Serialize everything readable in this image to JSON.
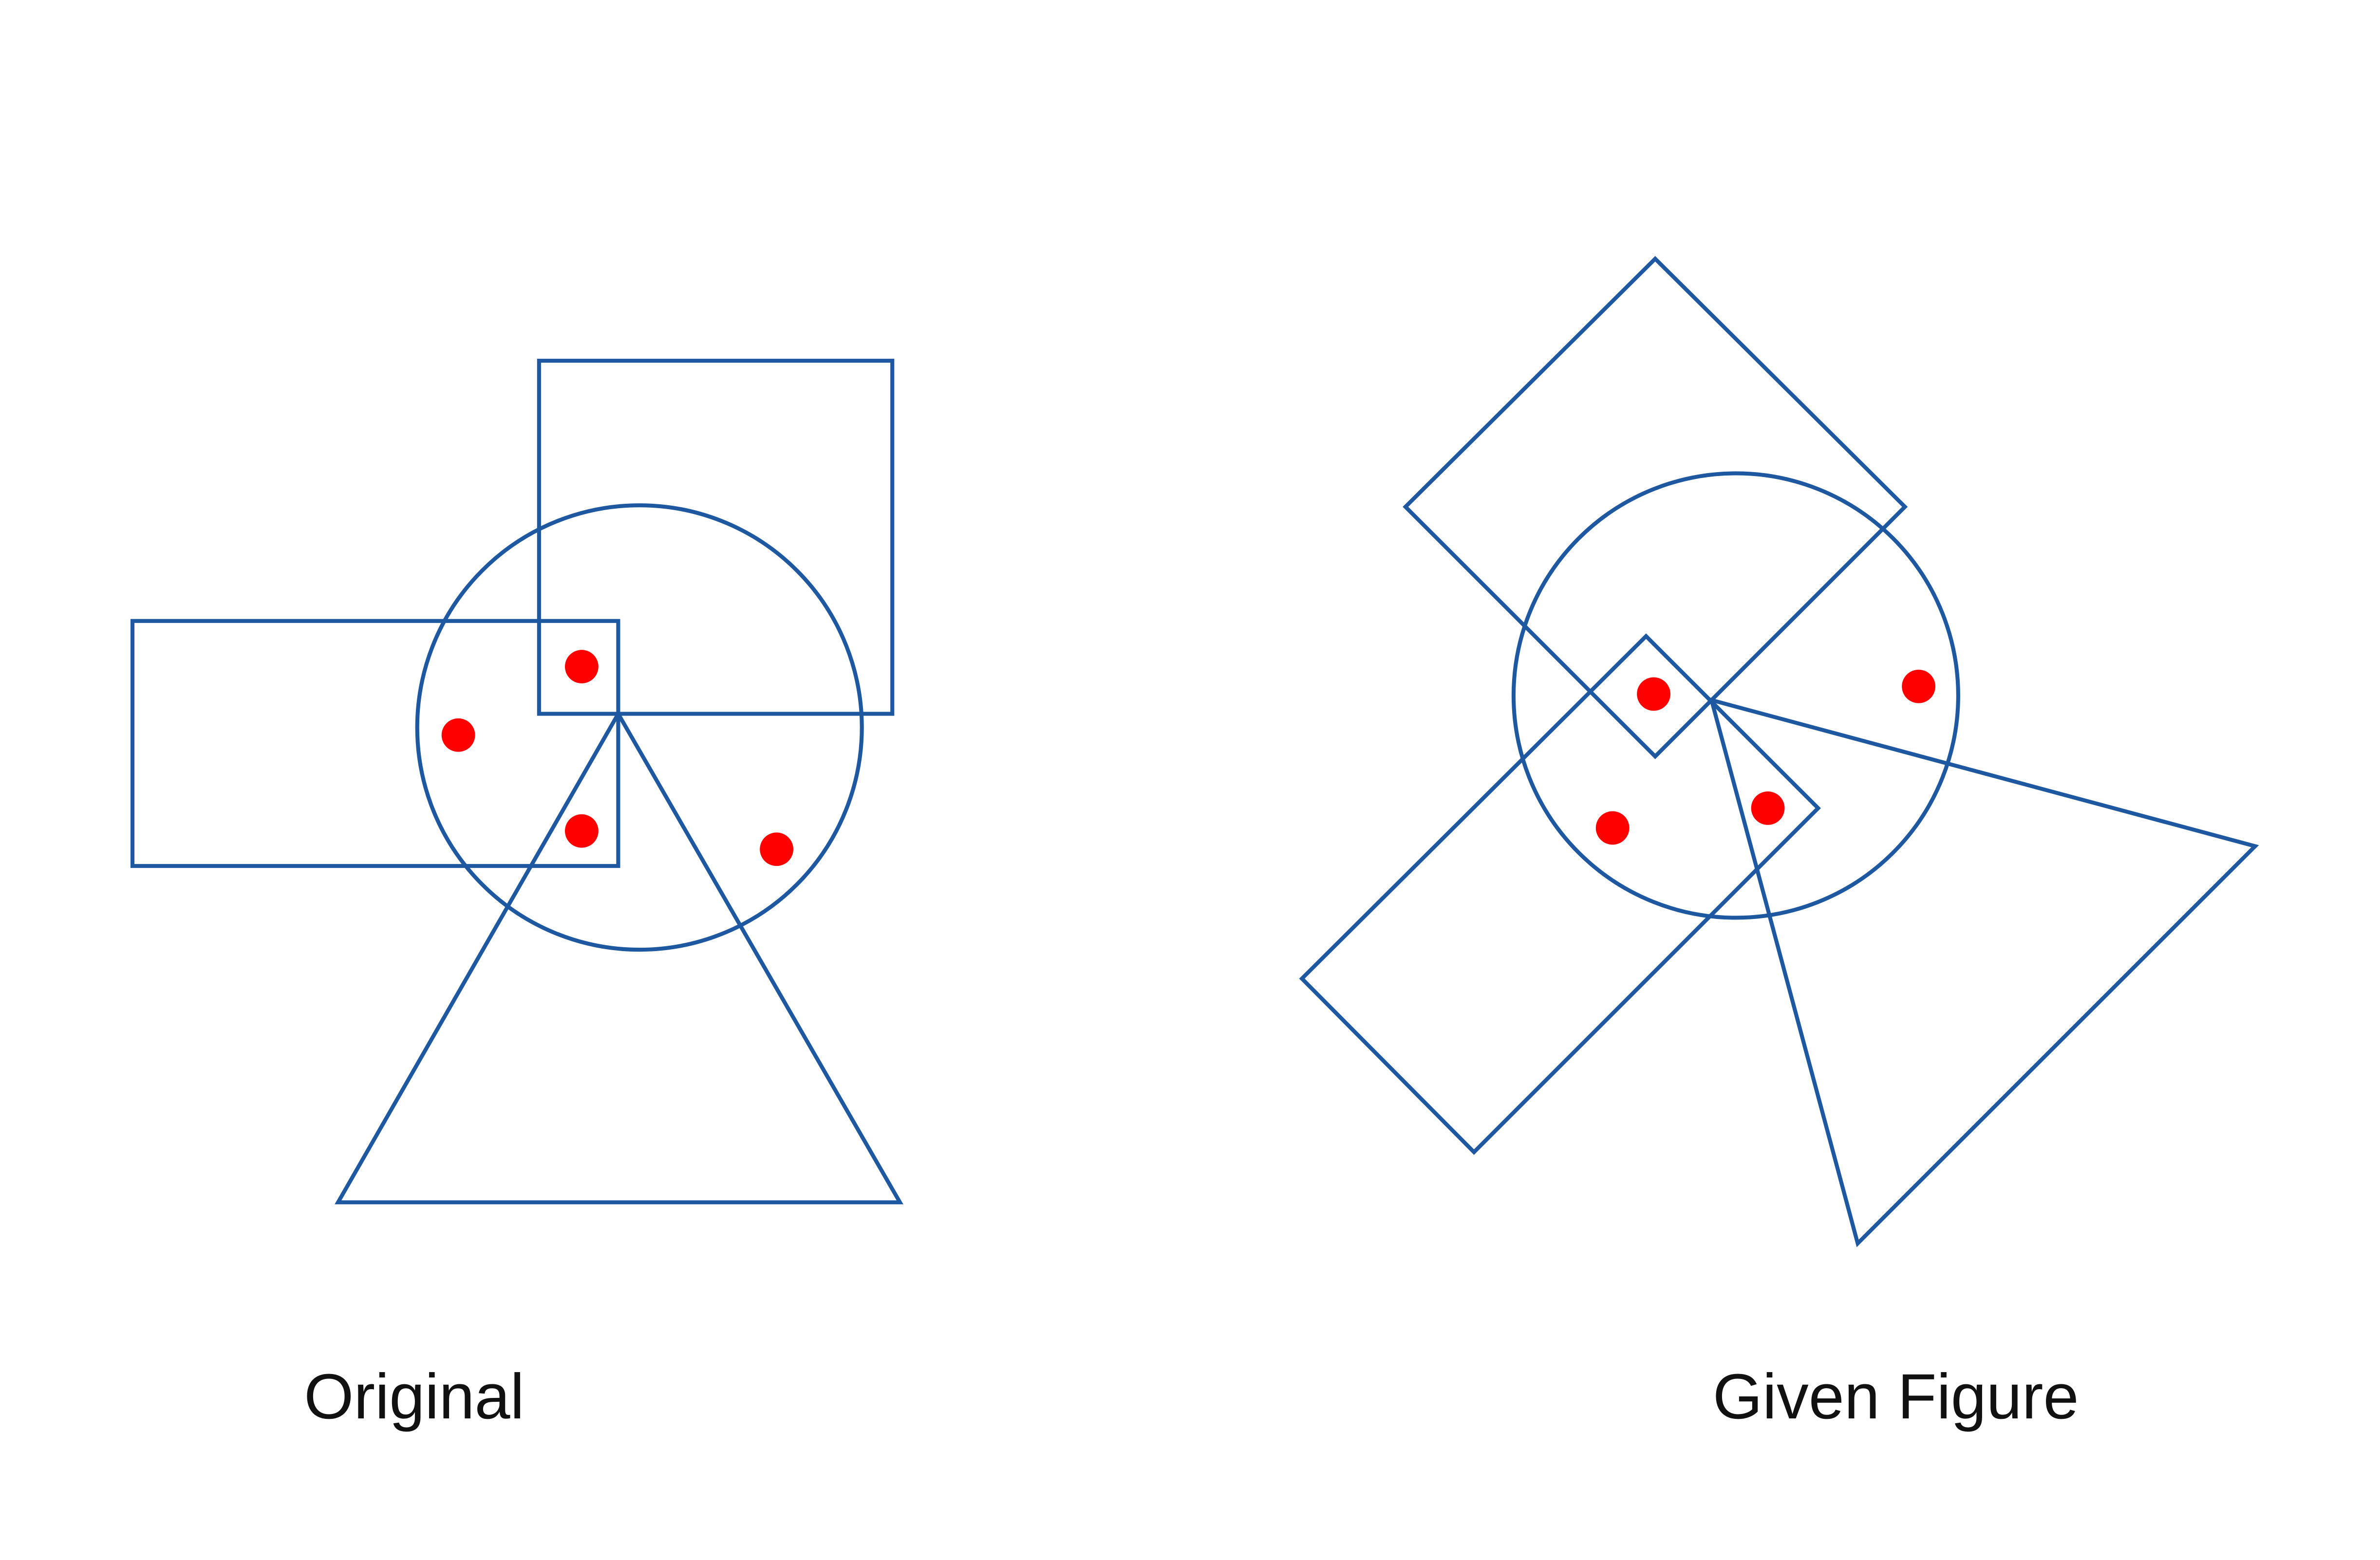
{
  "labels": {
    "original": "Original",
    "given": "Given Figure"
  },
  "colors": {
    "stroke": "#1d58a0",
    "dot": "#ff0000"
  },
  "dot_count_per_figure": 4
}
